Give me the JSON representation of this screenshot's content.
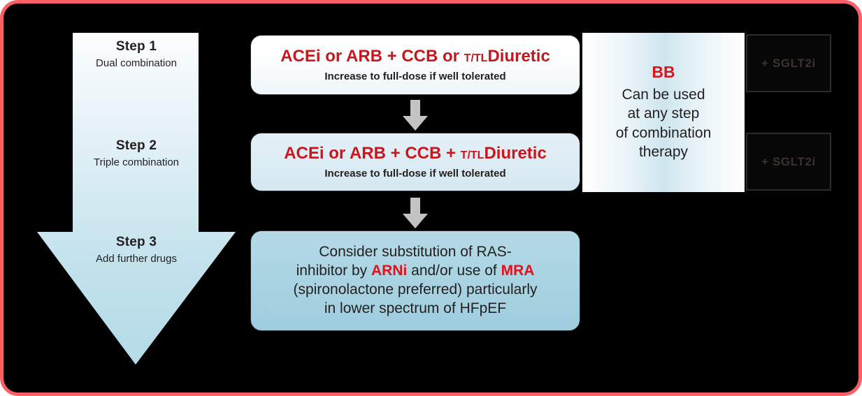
{
  "figure": {
    "border_color": "#fc5f64",
    "background_color": "#000000"
  },
  "steps": [
    {
      "title": "Step 1",
      "subtitle": "Dual combination"
    },
    {
      "title": "Step 2",
      "subtitle": "Triple combination"
    },
    {
      "title": "Step 3",
      "subtitle": "Add further drugs"
    }
  ],
  "treatment_boxes": [
    {
      "main_prefix": "ACEi or ARB + CCB or ",
      "main_subscript": "T/TL",
      "main_suffix": "Diuretic",
      "sub": "Increase to full-dose if well tolerated",
      "accent_color": "#c8161d"
    },
    {
      "main_prefix": "ACEi or ARB + CCB + ",
      "main_subscript": "T/TL",
      "main_suffix": "Diuretic",
      "sub": "Increase to full-dose if well tolerated",
      "accent_color": "#c8161d"
    }
  ],
  "step3_box": {
    "line1": "Consider substitution of RAS-",
    "line2_a": "inhibitor by ",
    "line2_hl1": "ARNi",
    "line2_b": " and/or use of ",
    "line2_hl2": "MRA",
    "line3": "(spironolactone preferred) particularly",
    "line4": "in lower spectrum of HFpEF",
    "highlight_color": "#e0121b"
  },
  "bb_panel": {
    "title": "BB",
    "title_color": "#e0121b",
    "line1": "Can be used",
    "line2": "at any step",
    "line3": "of combination",
    "line4": "therapy"
  },
  "sglt2i_boxes": [
    {
      "label": "+ SGLT2i"
    },
    {
      "label": "+ SGLT2i"
    }
  ]
}
